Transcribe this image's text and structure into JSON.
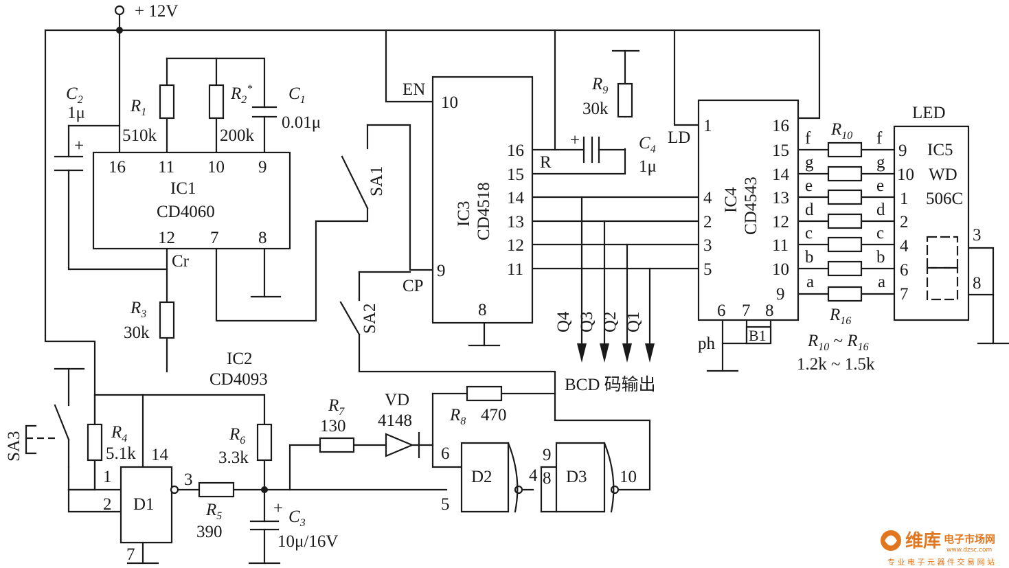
{
  "supply": "+ 12V",
  "ic1": {
    "ref": "IC1",
    "part": "CD4060",
    "pins": [
      "16",
      "11",
      "10",
      "9",
      "12",
      "7",
      "8"
    ],
    "cr": "Cr"
  },
  "ic2": {
    "ref": "IC2",
    "part": "CD4093"
  },
  "ic3": {
    "ref": "IC3",
    "part": "CD4518",
    "pins": [
      "10",
      "16",
      "15",
      "14",
      "13",
      "12",
      "11",
      "9",
      "8"
    ],
    "en": "EN",
    "r": "R",
    "cp": "CP"
  },
  "ic4": {
    "ref": "IC4",
    "part": "CD4543",
    "pins": [
      "1",
      "4",
      "2",
      "3",
      "5",
      "16",
      "15",
      "14",
      "13",
      "12",
      "11",
      "10",
      "9",
      "6",
      "7",
      "8"
    ],
    "ld": "LD",
    "ph": "ph",
    "b1": "B1"
  },
  "ic5": {
    "title": "LED",
    "ref": "IC5",
    "line2": "WD",
    "line3": "506C",
    "pins": [
      "9",
      "10",
      "1",
      "2",
      "4",
      "6",
      "7",
      "3",
      "8"
    ]
  },
  "segments": [
    "f",
    "g",
    "e",
    "d",
    "c",
    "b",
    "a"
  ],
  "gates": {
    "d1": "D1",
    "d2": "D2",
    "d3": "D3",
    "pins": [
      "1",
      "2",
      "3",
      "14",
      "7",
      "6",
      "5",
      "4",
      "9",
      "8",
      "10"
    ]
  },
  "comp": {
    "c1": "C",
    "c1s": "1",
    "c1v": "0.01μ",
    "c2": "C",
    "c2s": "2",
    "c2v": "1μ",
    "c3": "C",
    "c3s": "3",
    "c3v": "10μ/16V",
    "c4": "C",
    "c4s": "4",
    "c4v": "1μ",
    "r1": "R",
    "r1s": "1",
    "r1v": "510k",
    "r2": "R",
    "r2s": "2",
    "r2star": "*",
    "r2v": "200k",
    "r3": "R",
    "r3s": "3",
    "r3v": "30k",
    "r4": "R",
    "r4s": "4",
    "r4v": "5.1k",
    "r5": "R",
    "r5s": "5",
    "r5v": "390",
    "r6": "R",
    "r6s": "6",
    "r6v": "3.3k",
    "r7": "R",
    "r7s": "7",
    "r7v": "130",
    "r8": "R",
    "r8s": "8",
    "r8v": "470",
    "r9": "R",
    "r9s": "9",
    "r9v": "30k",
    "r10": "R",
    "r10s": "10",
    "r16": "R",
    "r16s": "16",
    "rrange_a": "R",
    "rrange_as": "10",
    "rrange_tilde": " ~ ",
    "rrange_b": "R",
    "rrange_bs": "16",
    "rrange_v": "1.2k ~ 1.5k",
    "vd": "VD",
    "vdv": "4148",
    "sa1": "SA1",
    "sa2": "SA2",
    "sa3": "SA3",
    "plus": "+"
  },
  "bcd": {
    "outputs": [
      "Q4",
      "Q3",
      "Q2",
      "Q1"
    ],
    "label": "BCD 码输出"
  },
  "watermark": {
    "brand": "维库",
    "cn": "电子市场网",
    "url": "www.dzsc.com",
    "tag": "专 业 电 子 元 器 件 交 易 网 站"
  }
}
